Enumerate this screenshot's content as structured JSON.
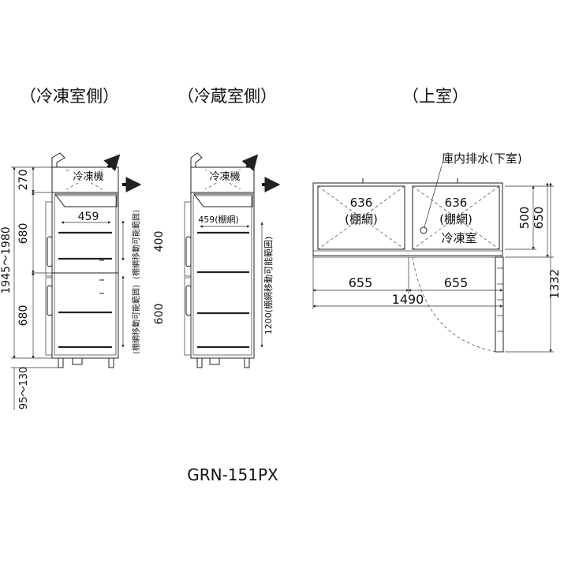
{
  "headings": {
    "freezer_side": "（冷凍室側）",
    "fridge_side": "（冷蔵室側）",
    "top_room": "（上室）"
  },
  "left_view": {
    "unit_label": "冷凍機",
    "dim_top": "270",
    "dim_total": "1945～1980",
    "dim_upper": "680",
    "dim_lower": "680",
    "dim_feet": "95～130",
    "dim_width": "459",
    "dim_upper_range": "400",
    "dim_lower_range": "600",
    "note_upper": "(棚網移動可能範囲)",
    "note_lower": "(棚網移動可能範囲)"
  },
  "middle_view": {
    "unit_label": "冷凍機",
    "dim_width": "459(棚網)",
    "dim_range": "1200(棚網移動可能範囲)"
  },
  "top_view": {
    "drain_label": "庫内排水(下室)",
    "left_shelf_width": "636",
    "left_shelf_note": "(棚網)",
    "right_shelf_width": "636",
    "right_shelf_note": "(棚網)",
    "freezer_label": "冷凍室",
    "dim_inner_depth": "500",
    "dim_depth": "650",
    "dim_left_width": "655",
    "dim_right_width": "655",
    "dim_total_width": "1490",
    "dim_door_open": "1332"
  },
  "model": "GRN-151PX"
}
